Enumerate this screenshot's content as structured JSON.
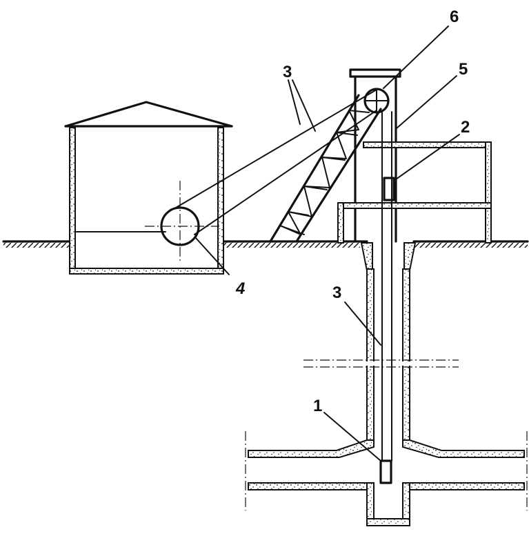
{
  "labels": {
    "one": "1",
    "two": "2",
    "three_top": "3",
    "three_shaft": "3",
    "four": "4",
    "five": "5",
    "six": "6"
  },
  "colors": {
    "ink": "#111111",
    "background": "#ffffff"
  }
}
